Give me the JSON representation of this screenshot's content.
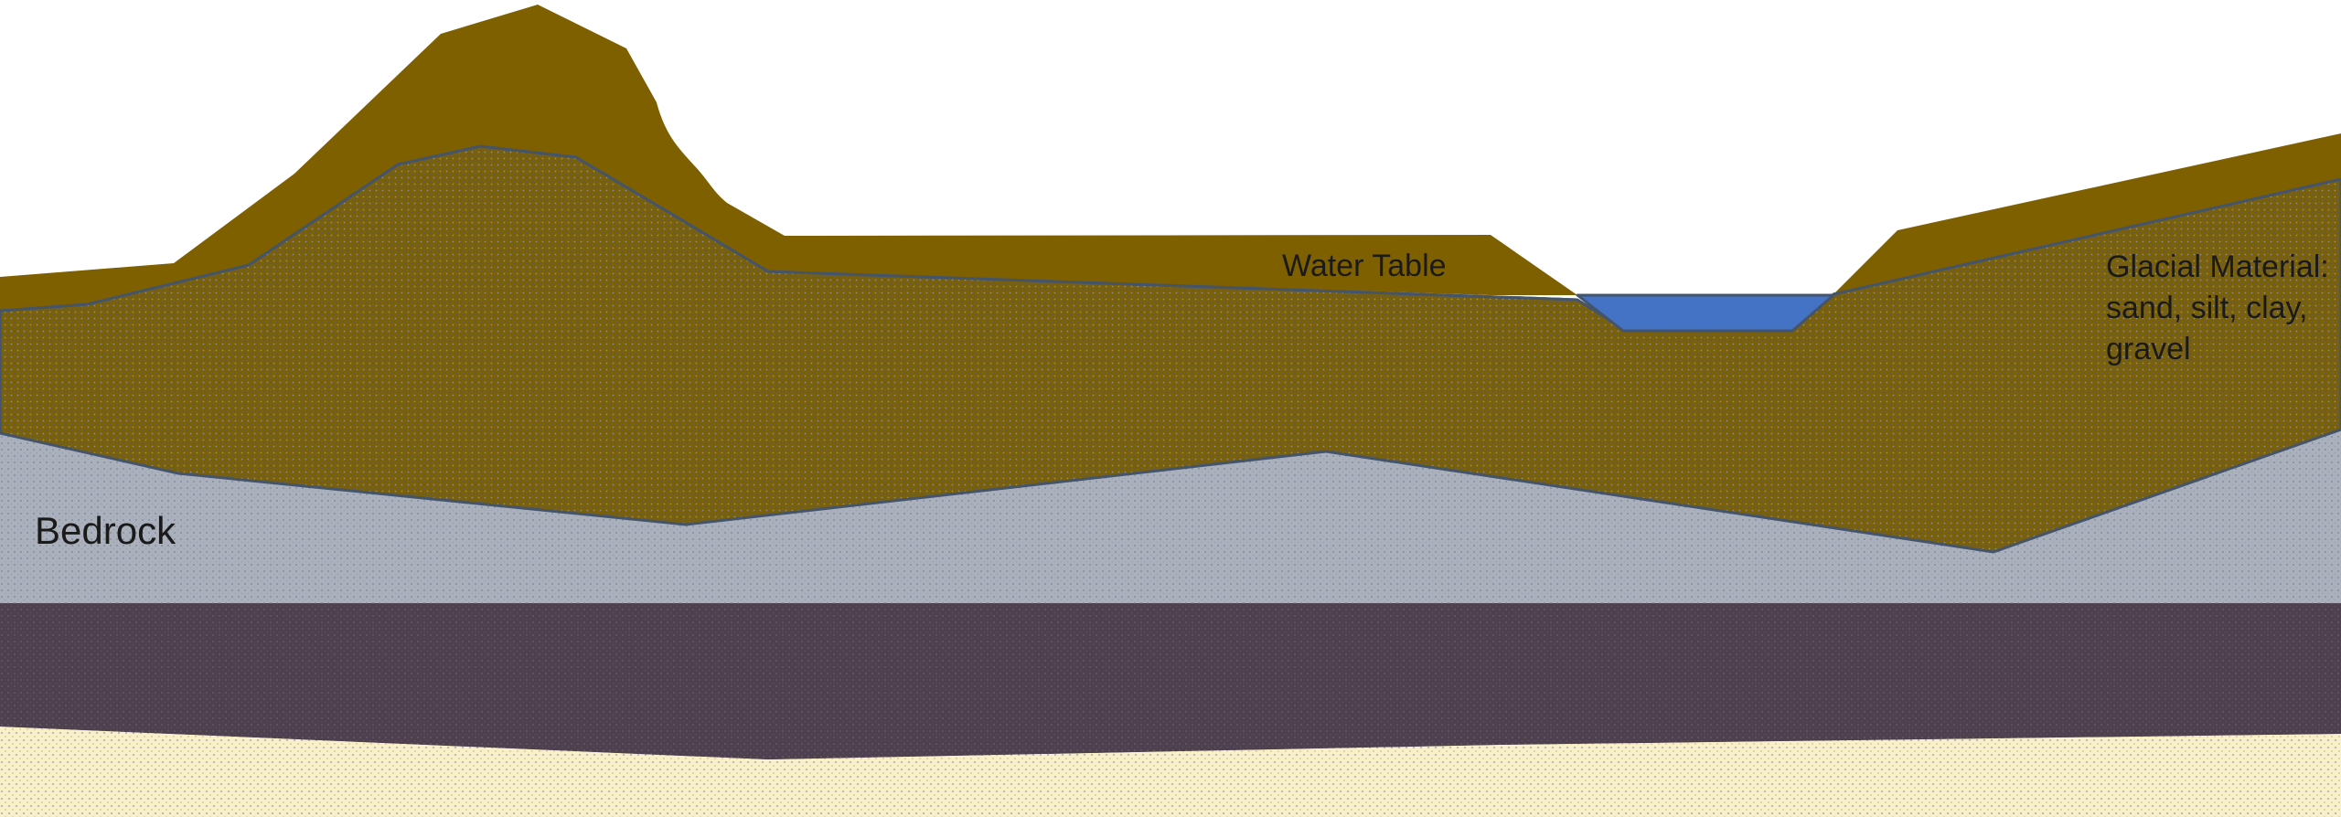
{
  "diagram": {
    "labels": {
      "bedrock": "Bedrock",
      "water_table": "Water Table",
      "glacial_material": [
        "Glacial Material:",
        "sand, silt, clay,",
        "gravel"
      ]
    },
    "colors": {
      "background": "#ffffff",
      "surface_soil": "#7f6000",
      "glacial_layer": "#7a6008",
      "outline": "#44546a",
      "lake": "#4472c4",
      "bedrock": "#aab0bc",
      "deep_rock": "#4f4050",
      "sandstone": "#faf0c8",
      "basement": "#3a3a3e"
    },
    "icons": [
      "lake-icon"
    ]
  }
}
